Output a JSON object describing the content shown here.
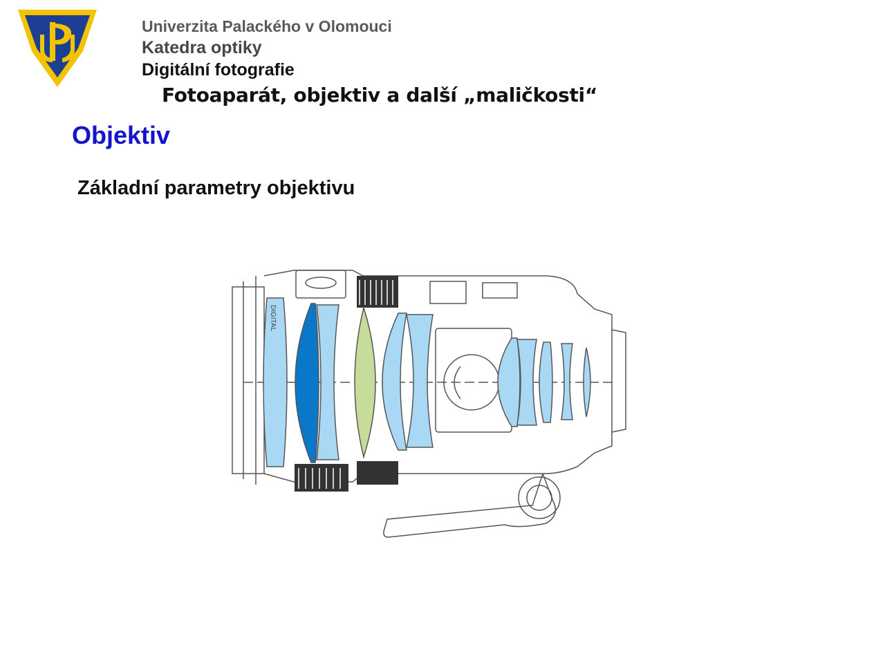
{
  "header": {
    "university": "Univerzita Palackého v Olomouci",
    "department": "Katedra optiky",
    "course": "Digitální fotografie",
    "lecture": "Fotoaparát, objektiv a další „maličkosti“"
  },
  "slide": {
    "title": "Objektiv",
    "subtitle": "Základní parametry objektivu"
  },
  "colors": {
    "title": "#1414cc",
    "logo_blue": "#1c3f94",
    "logo_yellow": "#f2c300",
    "lens_light_blue": "#a9d8f5",
    "lens_dark_blue": "#0a78c8",
    "lens_green": "#c7dc9a"
  },
  "lens_diagram": {
    "side_label": "DIGITAL"
  }
}
